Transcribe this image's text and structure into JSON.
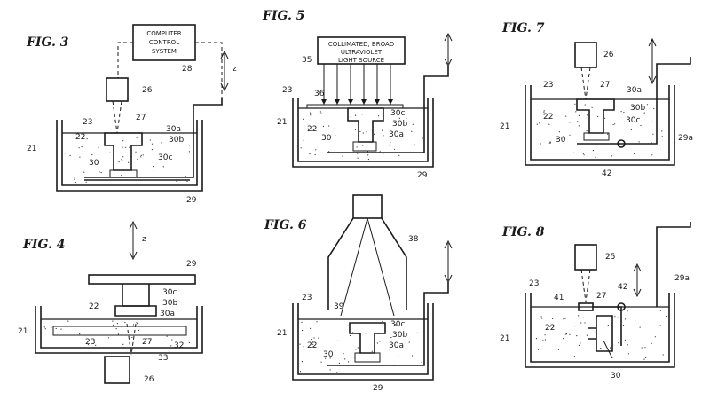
{
  "figures": {
    "fig3": {
      "label": "FIG. 3",
      "box": [
        "COMPUTER",
        "CONTROL",
        "SYSTEM"
      ],
      "refs": {
        "r28": "28",
        "r26": "26",
        "r27": "27",
        "r23": "23",
        "r22": "22",
        "r21": "21",
        "r30": "30",
        "r30a": "30a",
        "r30b": "30b",
        "r30c": "30c",
        "r29": "29",
        "rz": "z"
      }
    },
    "fig4": {
      "label": "FIG. 4",
      "refs": {
        "rz": "z",
        "r29": "29",
        "r30c": "30c",
        "r30b": "30b",
        "r30a": "30a",
        "r22": "22",
        "r21": "21",
        "r23": "23",
        "r27": "27",
        "r33": "33",
        "r32": "32",
        "r26": "26"
      }
    },
    "fig5": {
      "label": "FIG. 5",
      "box": [
        "COLLIMATED, BROAD",
        "ULTRAVIOLET",
        "LIGHT SOURCE"
      ],
      "refs": {
        "r35": "35",
        "r36": "36",
        "r23": "23",
        "r21": "21",
        "r22": "22",
        "r30": "30",
        "r30c": "30c",
        "r30b": "30b",
        "r30a": "30a",
        "r29": "29"
      }
    },
    "fig6": {
      "label": "FIG. 6",
      "refs": {
        "r38": "38",
        "r39": "39",
        "r23": "23",
        "r21": "21",
        "r22": "22",
        "r30": "30",
        "r30c": "30c",
        "r30b": "30b",
        "r30a": "30a",
        "r29": "29"
      }
    },
    "fig7": {
      "label": "FIG. 7",
      "refs": {
        "r26": "26",
        "r23": "23",
        "r27": "27",
        "r30a": "30a",
        "r30b": "30b",
        "r30c": "30c",
        "r21": "21",
        "r22": "22",
        "r30": "30",
        "r29a": "29a",
        "r42": "42"
      }
    },
    "fig8": {
      "label": "FIG. 8",
      "refs": {
        "r25": "25",
        "r23": "23",
        "r41": "41",
        "r27": "27",
        "r42": "42",
        "r29a": "29a",
        "r21": "21",
        "r22": "22",
        "r30": "30"
      }
    }
  }
}
